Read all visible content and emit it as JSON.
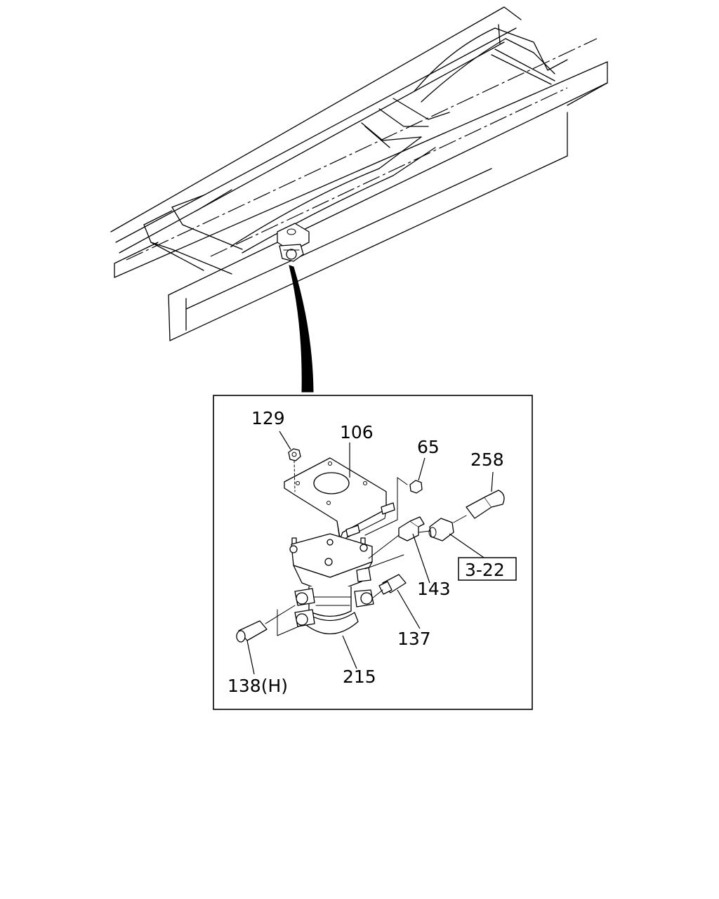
{
  "callouts": {
    "p129": "129",
    "p106": "106",
    "p65": "65",
    "p258": "258",
    "p143": "143",
    "ref": "3-22",
    "p137": "137",
    "p215": "215",
    "p138": "138(H)"
  }
}
